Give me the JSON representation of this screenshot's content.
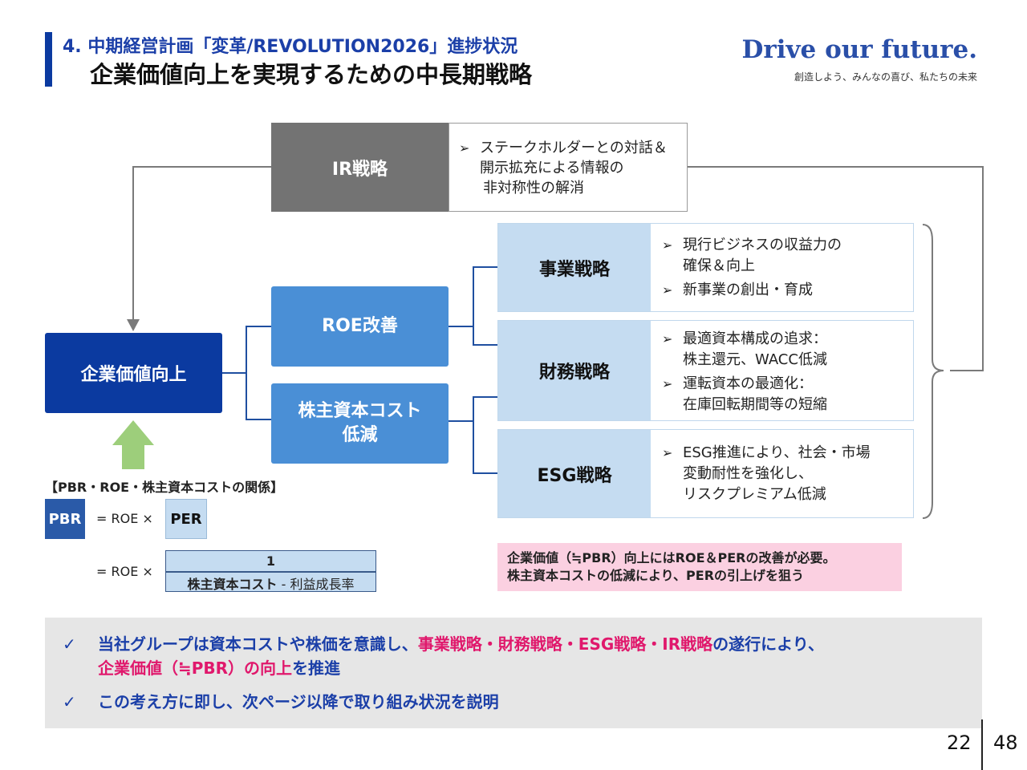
{
  "header": {
    "section_title": "4.  中期経営計画「変革/REVOLUTION2026」進捗状況",
    "main_title": "企業価値向上を実現するための中長期戦略",
    "brand": "Drive our future.",
    "brand_sub": "創造しよう、みんなの喜び、私たちの未来"
  },
  "diagram": {
    "ir": {
      "label": "IR戦略",
      "desc_line1": "ステークホルダーとの対話＆",
      "desc_line2": "開示拡充による情報の",
      "desc_line3": "非対称性の解消"
    },
    "enterprise_value": "企業価値向上",
    "roe": "ROE改善",
    "cost_line1": "株主資本コスト",
    "cost_line2": "低減",
    "strategies": [
      {
        "label": "事業戦略",
        "b1_l1": "現行ビジネスの収益力の",
        "b1_l2": "確保＆向上",
        "b2_l1": "新事業の創出・育成"
      },
      {
        "label": "財務戦略",
        "b1_l1": "最適資本構成の追求：",
        "b1_l2": "株主還元、WACC低減",
        "b2_l1": "運転資本の最適化：",
        "b2_l2": "在庫回転期間等の短縮"
      },
      {
        "label": "ESG戦略",
        "b1_l1": "ESG推進により、社会・市場",
        "b1_l2": "変動耐性を強化し、",
        "b1_l3": "リスクプレミアム低減"
      }
    ],
    "bullet_mark": "➢"
  },
  "formula": {
    "title": "【PBR・ROE・株主資本コストの関係】",
    "pbr": "PBR",
    "eq1": "= ROE ×",
    "per": "PER",
    "eq2": "= ROE ×",
    "numerator": "1",
    "denominator_bold": "株主資本コスト",
    "denominator_rest": " - 利益成長率"
  },
  "note": {
    "line1": "企業価値（≒PBR）向上にはROE＆PERの改善が必要。",
    "line2": "株主資本コストの低減により、PERの引上げを狙う"
  },
  "summary": {
    "check": "✓",
    "r1_a": "当社グループは資本コストや株価を意識し、",
    "r1_hl": "事業戦略・財務戦略・ESG戦略・IR戦略",
    "r1_b": "の遂行により、",
    "r1_hl2": "企業価値（≒PBR）の向上",
    "r1_c": "を推進",
    "r2": "この考え方に即し、次ページ以降で取り組み状況を説明"
  },
  "page": {
    "current": "22",
    "total": "48"
  },
  "colors": {
    "navy": "#0b3aa0",
    "mid_blue": "#4a8fd6",
    "light_blue": "#c5dcf1",
    "gray": "#737373",
    "pink": "#fbd0e1",
    "green_arrow": "#9dce7b",
    "highlight": "#e0186c"
  }
}
